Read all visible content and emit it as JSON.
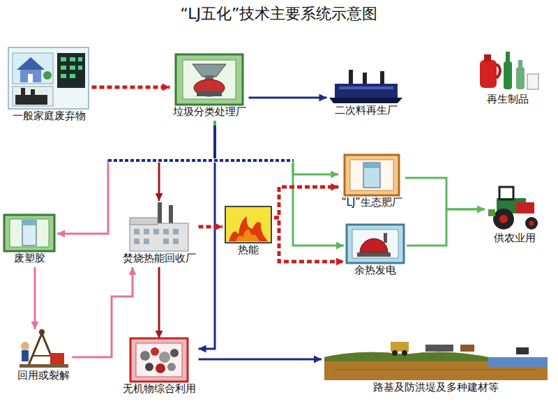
{
  "diagram": {
    "title": "“LJ五化”技术主要系统示意图",
    "nodes": [
      {
        "text": [
          "一般家庭废弃物"
        ]
      },
      {
        "text": [
          "垃圾分类处理厂"
        ]
      },
      {
        "text": [
          "二次料再生厂"
        ]
      },
      {
        "text": [
          "再生制品"
        ]
      },
      {
        "text": [
          "“LJ”生态肥厂"
        ]
      },
      {
        "text": [
          "废塑胶"
        ]
      },
      {
        "text": [
          "焚烧热能回收厂"
        ]
      },
      {
        "text": [
          "热能"
        ]
      },
      {
        "text": [
          "余热发电"
        ]
      },
      {
        "text": [
          "供农业用"
        ]
      },
      {
        "text": [
          "回用或裂解"
        ]
      },
      {
        "text": [
          "无机物综合利用"
        ]
      },
      {
        "text": [
          "路基及防洪堤及多种建材等"
        ]
      }
    ],
    "edges": [
      {
        "from": 0,
        "to": 1,
        "arrow": "to"
      },
      {
        "from": 1,
        "to": 2,
        "arrow": "to"
      },
      {
        "from": 1,
        "to": 5,
        "arrow": "to"
      },
      {
        "from": 1,
        "to": 6,
        "arrow": "to"
      },
      {
        "from": 1,
        "to": 11,
        "arrow": "to"
      },
      {
        "from": 1,
        "to": 4,
        "arrow": "to"
      },
      {
        "from": 1,
        "to": 8,
        "arrow": "to"
      },
      {
        "from": 6,
        "to": 7,
        "arrow": "to"
      },
      {
        "from": 7,
        "to": 4,
        "arrow": "to"
      },
      {
        "from": 7,
        "to": 8,
        "arrow": "to"
      },
      {
        "from": 6,
        "to": 11,
        "arrow": "to"
      },
      {
        "from": 5,
        "to": 10,
        "arrow": "to"
      },
      {
        "from": 10,
        "to": 6,
        "arrow": "to"
      },
      {
        "from": 4,
        "to": 9,
        "arrow": "to"
      },
      {
        "from": 8,
        "to": 9,
        "arrow": "to"
      },
      {
        "from": 11,
        "to": 12,
        "arrow": "to"
      }
    ]
  }
}
